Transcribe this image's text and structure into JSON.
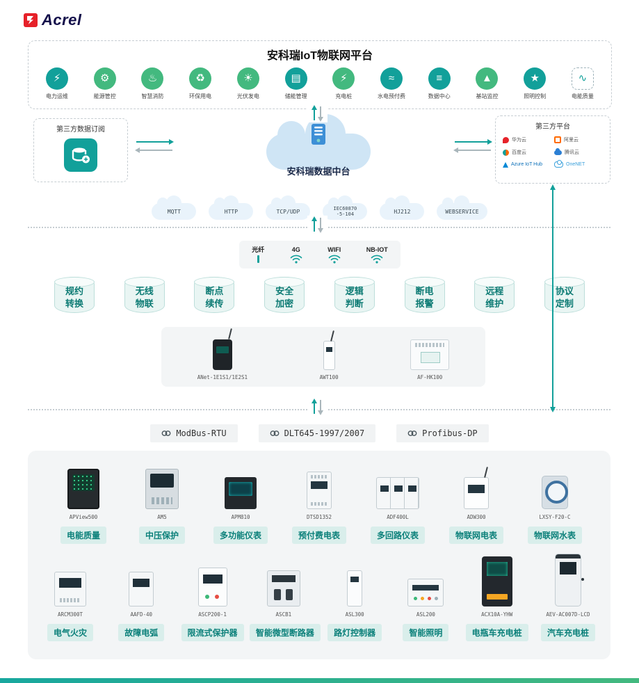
{
  "colors": {
    "accent": "#12a09a",
    "green": "#43b97f",
    "pill_bg": "#d9eeeb",
    "pill_text": "#0b807a"
  },
  "brand": {
    "name": "Acrel"
  },
  "platform": {
    "title": "安科瑞IoT物联网平台",
    "apps": [
      {
        "label": "电力运维",
        "glyph": "⚡"
      },
      {
        "label": "能源管控",
        "glyph": "⚙"
      },
      {
        "label": "智慧消防",
        "glyph": "♨"
      },
      {
        "label": "环保用电",
        "glyph": "♻"
      },
      {
        "label": "光伏发电",
        "glyph": "☀"
      },
      {
        "label": "储能管理",
        "glyph": "▤"
      },
      {
        "label": "充电桩",
        "glyph": "⚡"
      },
      {
        "label": "水电预付费",
        "glyph": "≈"
      },
      {
        "label": "数据中心",
        "glyph": "≡"
      },
      {
        "label": "基站监控",
        "glyph": "▲"
      },
      {
        "label": "照明控制",
        "glyph": "★"
      },
      {
        "label": "电能质量",
        "glyph": "∿"
      }
    ]
  },
  "middle": {
    "left_box": {
      "title": "第三方数据订阅"
    },
    "center": {
      "label": "安科瑞数据中台"
    },
    "right_box": {
      "title": "第三方平台",
      "vendors": [
        {
          "name": "华为云"
        },
        {
          "name": "阿里云"
        },
        {
          "name": "百度云"
        },
        {
          "name": "腾讯云"
        },
        {
          "name": "Azure IoT Hub"
        },
        {
          "name": "OneNET"
        }
      ]
    }
  },
  "protocol_clouds": [
    {
      "label": "MQTT"
    },
    {
      "label": "HTTP"
    },
    {
      "label": "TCP/UDP"
    },
    {
      "label": "IEC60870",
      "label2": "-5-104"
    },
    {
      "label": "HJ212"
    },
    {
      "label": "WEBSERVICE"
    }
  ],
  "connectivity": [
    {
      "label": "光纤"
    },
    {
      "label": "4G"
    },
    {
      "label": "WIFI"
    },
    {
      "label": "NB-IOT"
    }
  ],
  "features": [
    {
      "line1": "规约",
      "line2": "转换"
    },
    {
      "line1": "无线",
      "line2": "物联"
    },
    {
      "line1": "断点",
      "line2": "续传"
    },
    {
      "line1": "安全",
      "line2": "加密"
    },
    {
      "line1": "逻辑",
      "line2": "判断"
    },
    {
      "line1": "断电",
      "line2": "报警"
    },
    {
      "line1": "远程",
      "line2": "维护"
    },
    {
      "line1": "协议",
      "line2": "定制"
    }
  ],
  "gateways": [
    {
      "model": "ANet-1E1S1/1E2S1"
    },
    {
      "model": "AWT100"
    },
    {
      "model": "AF-HK100"
    }
  ],
  "bus_protocols": [
    {
      "label": "ModBus-RTU"
    },
    {
      "label": "DLT645-1997/2007"
    },
    {
      "label": "Profibus-DP"
    }
  ],
  "devices_row1": [
    {
      "model": "APView500",
      "label": "电能质量"
    },
    {
      "model": "AM5",
      "label": "中压保护"
    },
    {
      "model": "APM810",
      "label": "多功能仪表"
    },
    {
      "model": "DTSD1352",
      "label": "预付费电表"
    },
    {
      "model": "ADF400L",
      "label": "多回路仪表"
    },
    {
      "model": "ADW300",
      "label": "物联网电表"
    },
    {
      "model": "LXSY-F20-C",
      "label": "物联网水表"
    }
  ],
  "devices_row2": [
    {
      "model": "ARCM300T",
      "label": "电气火灾"
    },
    {
      "model": "AAFD-40",
      "label": "故障电弧"
    },
    {
      "model": "ASCP200-1",
      "label": "限流式保护器"
    },
    {
      "model": "ASCB1",
      "label": "智能微型断路器"
    },
    {
      "model": "ASL300",
      "label": "路灯控制器"
    },
    {
      "model": "ASL200",
      "label": "智能照明"
    },
    {
      "model": "ACX10A-YHW",
      "label": "电瓶车充电桩"
    },
    {
      "model": "AEV-AC007D-LCD",
      "label": "汽车充电桩"
    }
  ]
}
